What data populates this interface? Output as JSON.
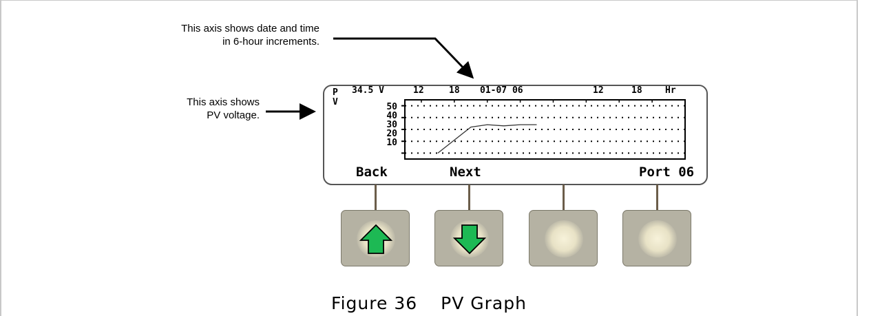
{
  "annotations": {
    "x_axis_line1": "This axis shows date and time",
    "x_axis_line2": "in 6-hour increments.",
    "y_axis_line1": "This axis shows",
    "y_axis_line2": "PV voltage."
  },
  "lcd": {
    "mode_letter_1": "P",
    "mode_letter_2": "V",
    "current_value": "34.5 V",
    "x_ticks": [
      "12",
      "18",
      "01-07 06",
      "12",
      "18"
    ],
    "x_unit": "Hr",
    "y_ticks": [
      "50",
      "40",
      "30",
      "20",
      "10"
    ],
    "softkeys": {
      "back": "Back",
      "next": "Next",
      "port": "Port 06"
    }
  },
  "chart_data": {
    "type": "line",
    "x": [
      -3,
      0,
      3,
      6,
      9,
      12,
      15,
      18,
      21
    ],
    "series": [
      {
        "values": [
          null,
          null,
          10,
          21,
          32,
          34,
          33,
          34,
          34
        ]
      }
    ],
    "xlabel": "Hr",
    "ylim": [
      5,
      55
    ],
    "y_ticks": [
      10,
      20,
      30,
      40,
      50
    ],
    "grid": true
  },
  "buttons": [
    {
      "icon": "arrow-up-icon",
      "color": "#1db954"
    },
    {
      "icon": "arrow-down-icon",
      "color": "#1db954"
    },
    {
      "icon": "blank"
    },
    {
      "icon": "blank"
    }
  ],
  "caption": {
    "label": "Figure 36",
    "title": "PV Graph"
  },
  "colors": {
    "lcd_border": "#555555",
    "button_face": "#b5b2a3",
    "arrow_green": "#1db954",
    "stem": "#6b5d4a"
  }
}
